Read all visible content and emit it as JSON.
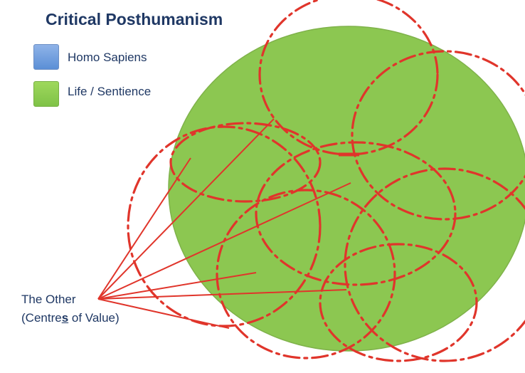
{
  "title": "Critical Posthumanism",
  "legend": [
    {
      "label": "Homo Sapiens",
      "color": "#6f9ee0"
    },
    {
      "label": "Life / Sentience",
      "color": "#8cc751"
    }
  ],
  "annotation": {
    "line1": "The Other",
    "line2_prefix": "(Centre",
    "line2_emph": "s",
    "line2_suffix": " of Value)"
  },
  "colors": {
    "life_fill": "#8cc751",
    "circle_stroke": "#e0352b",
    "pointer_line": "#e0352b",
    "text": "#1f3864"
  }
}
